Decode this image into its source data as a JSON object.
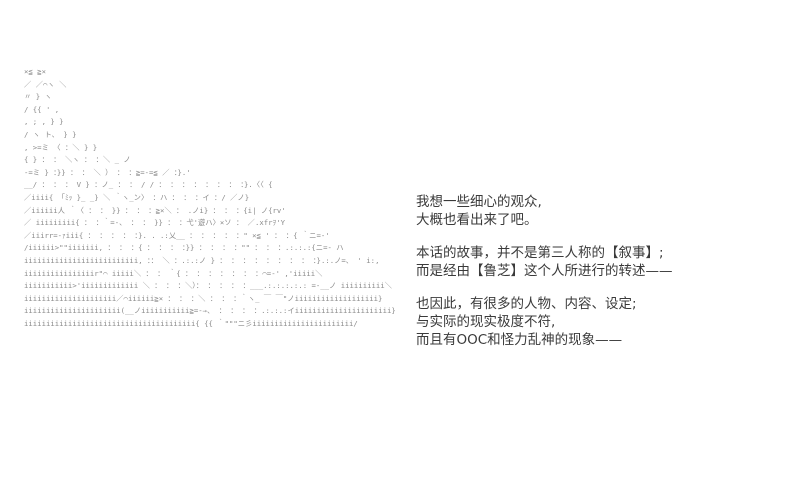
{
  "ascii_art": {
    "lines": [
      "                          ×≦                             ≧×",
      "                        ／ ／⌒ヽ                              ＼",
      "                          〃      }                             ヽ",
      "                     /    {{       '                             ,",
      "                    ,      ;        ,                             }  }",
      "                   /       ヽ        ト、                          }  }",
      "                  ,                  >=ミ  〈 ：＼                  }  }",
      "                  {           } ： ： ＼ヽ ： ：＼          _ ノ",
      "                 -=ミ        } ：}} ： ： ＼ ） ： ：≧=-=≦ ／ ：}.'",
      "               __/ ： ： ： V     } ：ノ_ ： ： / / ： ： ： ： ： ： ： ：}.〈〈  {",
      "             ／iiii{  「ﾐｯ  }_   _}  ＼  ｀ヽ_ン〉 ：ハ ： ： ：イ ：/ ／ノ}",
      "           ／iiiiii人 ｀〈 ： ： }} ： ： ：≧×＼ ： .ノi} ： ： ：{i| ノ{rv'",
      "         ／ iiiiiiiii{ ： ：｀=-、 ： ： }} ： ：弋'遊ハ〉×ソ ： ／.xfrｦ'Y",
      "      ／iiirr=-ｧiii{ ： ： ： ： ：}. . .:乂__ ： ： ： ： ：\"  ×≦  ' ： ：{ ｀ニ=-'",
      "    /iiiiii>\"\"iiiiiii,     ： ： ：{ ： ： ： ：}} ： ： ： ：\"\" ： ： ：.:.:.:{ニ=- ハ",
      "   iiiiiiiiiiiiiiiiiiiiiiiiii,  ：：   ＼ ：.:.:ノ } ： ： ： ： ： ： ： ： ：}.:.ノ=、 '  i:,",
      "   iiiiiiiiiiiiiiiir\"⌒ iiiii＼ ： ：    ｀{ ： ： ： ： ： ： ：⌒=-'  ,'iiiii＼",
      "   iiiiiiiiiii>'iiiiiiiiiiiii ＼ ： ： ：＼）： ： ： ： ：___.:.:.:.:.: =-__ノ  iiiiiiiiii＼",
      "   iiiiiiiiiiiiiiiiiiiii／⌒iiiiii≧× ： ： ：＼ ： ： ：｀ヽ_ ￣ ￣\"ノiiiiiiiiiiiiiiiiiii}",
      "   iiiiiiiiiiiiiiiiiiiiii(__ノiiiiiiiiiii≧=-→、 ： ： ： ：.:.:.:イiiiiiiiiiiiiiiiiiiiiii}",
      "   iiiiiiiiiiiiiiiiiiiiiiiiiiiiiiiiiiiiiii{         {{ ｀\"\"\"ニ彡iiiiiiiiiiiiiiiiiiiiiii/"
    ]
  },
  "narration": {
    "paragraphs": [
      {
        "lines": [
          "我想一些细心的观众,",
          "大概也看出来了吧。"
        ]
      },
      {
        "lines": [
          "本话的故事，并不是第三人称的【叙事】;",
          "而是经由【鲁芝】这个人所进行的转述——"
        ]
      },
      {
        "lines": [
          "也因此，有很多的人物、内容、设定;",
          "与实际的现实极度不符,",
          "而且有OOC和怪力乱神的现象——"
        ]
      }
    ]
  }
}
